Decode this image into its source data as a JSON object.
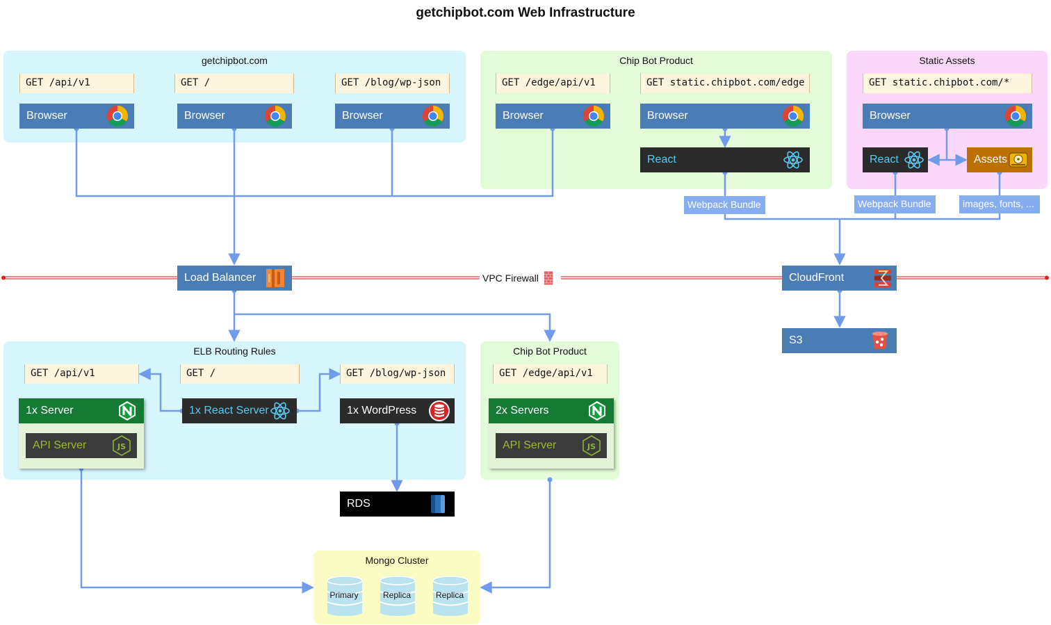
{
  "title": "getchipbot.com Web Infrastructure",
  "groups": {
    "site": "getchipbot.com",
    "product_top": "Chip Bot Product",
    "static": "Static Assets",
    "elb": "ELB Routing Rules",
    "product_bottom": "Chip Bot Product",
    "mongo": "Mongo Cluster"
  },
  "routes": {
    "top_api": "GET /api/v1",
    "top_root": "GET /",
    "top_blog": "GET /blog/wp-json",
    "top_edge": "GET /edge/api/v1",
    "top_static_edge": "GET static.chipbot.com/edge",
    "top_static_all": "GET static.chipbot.com/*",
    "elb_api": "GET /api/v1",
    "elb_root": "GET /",
    "elb_blog": "GET /blog/wp-json",
    "bottom_edge": "GET /edge/api/v1"
  },
  "nodes": {
    "browser": "Browser",
    "react": "React",
    "assets": "Assets",
    "load_balancer": "Load Balancer",
    "cloudfront": "CloudFront",
    "s3": "S3",
    "firewall": "VPC Firewall",
    "server_1x": "1x Server",
    "react_server": "1x React Server",
    "wordpress": "1x WordPress",
    "servers_2x": "2x Servers",
    "api_server": "API Server",
    "rds": "RDS"
  },
  "tags": {
    "webpack_1": "Webpack Bundle",
    "webpack_2": "Webpack Bundle",
    "images": "images, fonts, ..."
  },
  "mongo": {
    "primary": "Primary",
    "replica_1": "Replica",
    "replica_2": "Replica"
  },
  "icons": {
    "browser": "chrome-icon",
    "react": "react-icon",
    "assets": "hard-drive-icon",
    "load_balancer": "aws-elb-icon",
    "cloudfront": "aws-cloudfront-icon",
    "s3": "aws-s3-icon",
    "firewall": "brick-firewall-icon",
    "nginx": "nginx-icon",
    "node": "nodejs-icon",
    "wordpress": "database-icon",
    "rds": "aws-rds-icon"
  },
  "colors": {
    "connector": "#6f9bea",
    "firewall_line": "#d64545",
    "node_blue": "#4a7cb5",
    "group_blue": "#d6f6fc",
    "group_green": "#e3fbd8",
    "group_pink": "#fbd8fb",
    "group_yellow": "#fbfbc4"
  }
}
